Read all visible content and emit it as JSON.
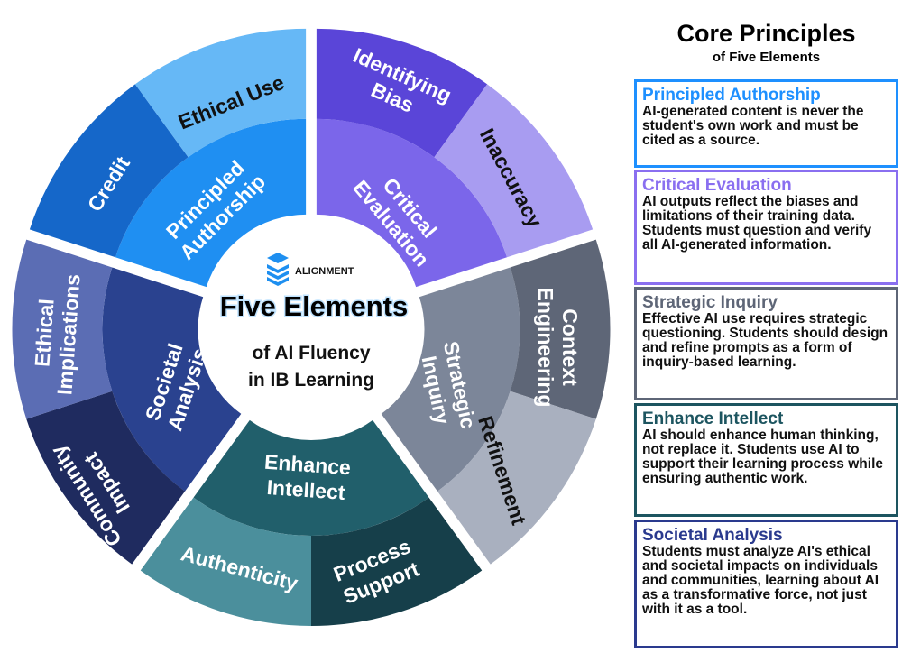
{
  "center": {
    "brand": "ALIGNMENT",
    "title": "Five Elements",
    "subtitle_line1": "of AI Fluency",
    "subtitle_line2": "in IB Learning"
  },
  "elements": [
    {
      "name_lines": [
        "Principled",
        "Authorship"
      ],
      "sub": [
        "Credit",
        "Ethical Use"
      ],
      "colors": {
        "inner": "#1f8ff2",
        "outerA": "#1567c9",
        "outerB": "#66b8f6"
      }
    },
    {
      "name_lines": [
        "Critical",
        "Evaluation"
      ],
      "sub": [
        [
          "Identifying",
          "Bias"
        ],
        "Inaccuracy"
      ],
      "colors": {
        "inner": "#7b66ea",
        "outerA": "#5a45d8",
        "outerB": "#a89cf1"
      }
    },
    {
      "name_lines": [
        "Strategic",
        "Inquiry"
      ],
      "sub": [
        [
          "Context",
          "Engineering"
        ],
        "Refinement"
      ],
      "colors": {
        "inner": "#7c8699",
        "outerA": "#5e6677",
        "outerB": "#a9b0bf"
      }
    },
    {
      "name_lines": [
        "Enhance",
        "Intellect"
      ],
      "sub": [
        [
          "Process",
          "Support"
        ],
        "Authenticity"
      ],
      "colors": {
        "inner": "#215f6b",
        "outerA": "#163f4a",
        "outerB": "#4b8f9c"
      }
    },
    {
      "name_lines": [
        "Societal",
        "Analysis"
      ],
      "sub": [
        [
          "Community",
          "Impact"
        ],
        [
          "Ethical",
          "Implications"
        ]
      ],
      "colors": {
        "inner": "#2a428f",
        "outerA": "#1f2b5f",
        "outerB": "#5b6db4"
      }
    }
  ],
  "panel": {
    "title": "Core Principles",
    "subtitle": "of Five Elements",
    "boxes": [
      {
        "title": "Principled Authorship",
        "text": "AI-generated content is never the student's own work and must be cited as a source.",
        "color": "#1e90ff"
      },
      {
        "title": "Critical Evaluation",
        "text": "AI outputs reflect the biases and limitations of their training data. Students must question and verify all AI-generated information.",
        "color": "#8a6ff0"
      },
      {
        "title": "Strategic Inquiry",
        "text": "Effective AI use requires strategic questioning. Students should design and refine prompts as a form of inquiry-based learning.",
        "color": "#5e6677"
      },
      {
        "title": "Enhance Intellect",
        "text": "AI should enhance human thinking, not replace it. Students use AI to support their learning process while ensuring authentic work.",
        "color": "#1d5560"
      },
      {
        "title": "Societal Analysis",
        "text": "Students must analyze AI's ethical and societal impacts on individuals and communities, learning about AI as a transformative force, not just with it as a tool.",
        "color": "#2a3a8e"
      }
    ]
  }
}
